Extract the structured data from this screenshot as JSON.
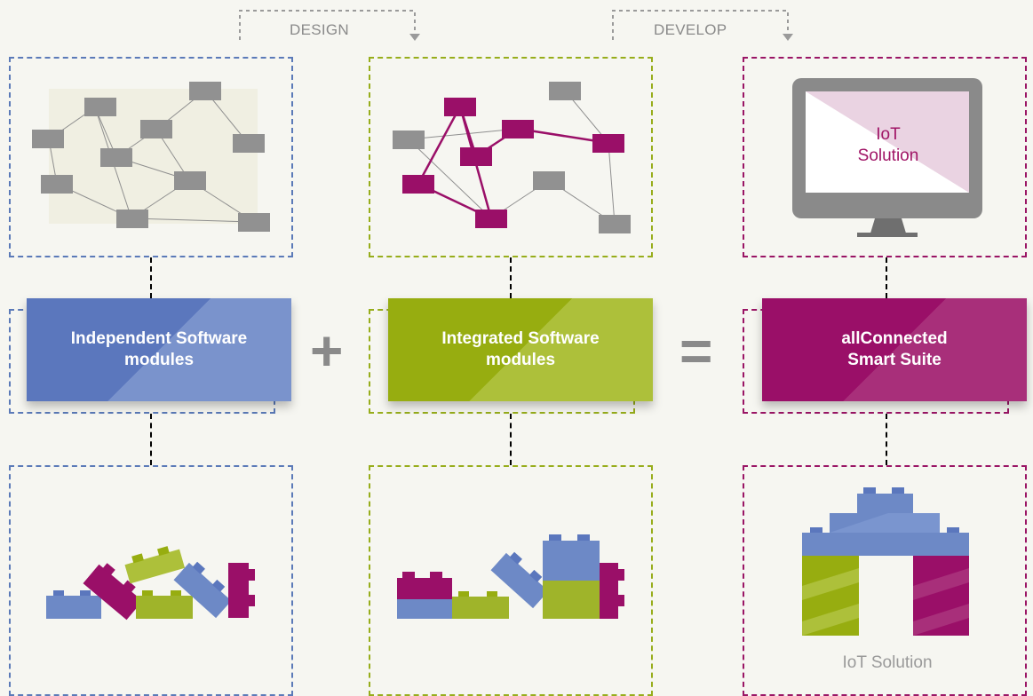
{
  "flow": {
    "design_label": "DESIGN",
    "develop_label": "DEVELOP"
  },
  "cards": {
    "independent": "Independent Software modules",
    "integrated": "Integrated Software modules",
    "connected": "allConnected Smart Suite"
  },
  "operators": {
    "plus": "+",
    "equals": "="
  },
  "monitor_text": "IoT Solution",
  "bottom_caption": "IoT Solution",
  "colors": {
    "blue": "#5b77bd",
    "green": "#97ad10",
    "magenta": "#9a0f68",
    "gray": "#919191",
    "background": "#f6f6f1"
  }
}
